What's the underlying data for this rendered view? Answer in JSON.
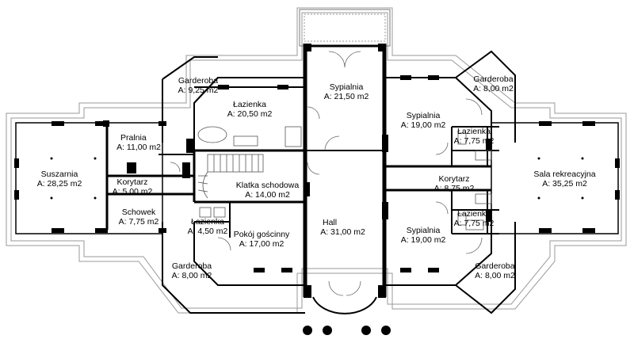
{
  "rooms": [
    {
      "id": "suszarnia",
      "name": "Suszarnia",
      "area": "A: 28,25 m2"
    },
    {
      "id": "pralnia",
      "name": "Pralnia",
      "area": "A: 11,00 m2"
    },
    {
      "id": "korytarz-left",
      "name": "Korytarz",
      "area": "A: 5,00 m2"
    },
    {
      "id": "schowek",
      "name": "Schowek",
      "area": "A: 7,75 m2"
    },
    {
      "id": "garderoba-tl",
      "name": "Garderoba",
      "area": "A: 9,25 m2"
    },
    {
      "id": "lazienka-tl",
      "name": "Łazienka",
      "area": "A: 20,50 m2"
    },
    {
      "id": "sypialnia-top",
      "name": "Sypialnia",
      "area": "A: 21,50 m2"
    },
    {
      "id": "klatka",
      "name": "Klatka schodowa",
      "area": "A: 14,00 m2"
    },
    {
      "id": "lazienka-ml",
      "name": "Łazienka",
      "area": "A: 4,50 m2"
    },
    {
      "id": "pokoj",
      "name": "Pokój gościnny",
      "area": "A: 17,00 m2"
    },
    {
      "id": "garderoba-bl",
      "name": "Garderoba",
      "area": "A: 8,00 m2"
    },
    {
      "id": "hall",
      "name": "Hall",
      "area": "A: 31,00 m2"
    },
    {
      "id": "garderoba-tr",
      "name": "Garderoba",
      "area": "A: 8,00 m2"
    },
    {
      "id": "sypialnia-rt",
      "name": "Sypialnia",
      "area": "A: 19,00 m2"
    },
    {
      "id": "lazienka-rt",
      "name": "Łazienka",
      "area": "A: 7,75 m2"
    },
    {
      "id": "korytarz-right",
      "name": "Korytarz",
      "area": "A: 8,75 m2"
    },
    {
      "id": "sala",
      "name": "Sala rekreacyjna",
      "area": "A: 35,25 m2"
    },
    {
      "id": "lazienka-rb",
      "name": "Łazienka",
      "area": "A: 7,75 m2"
    },
    {
      "id": "sypialnia-rb",
      "name": "Sypialnia",
      "area": "A: 19,00 m2"
    },
    {
      "id": "garderoba-br",
      "name": "Garderoba",
      "area": "A: 8,00 m2"
    }
  ]
}
